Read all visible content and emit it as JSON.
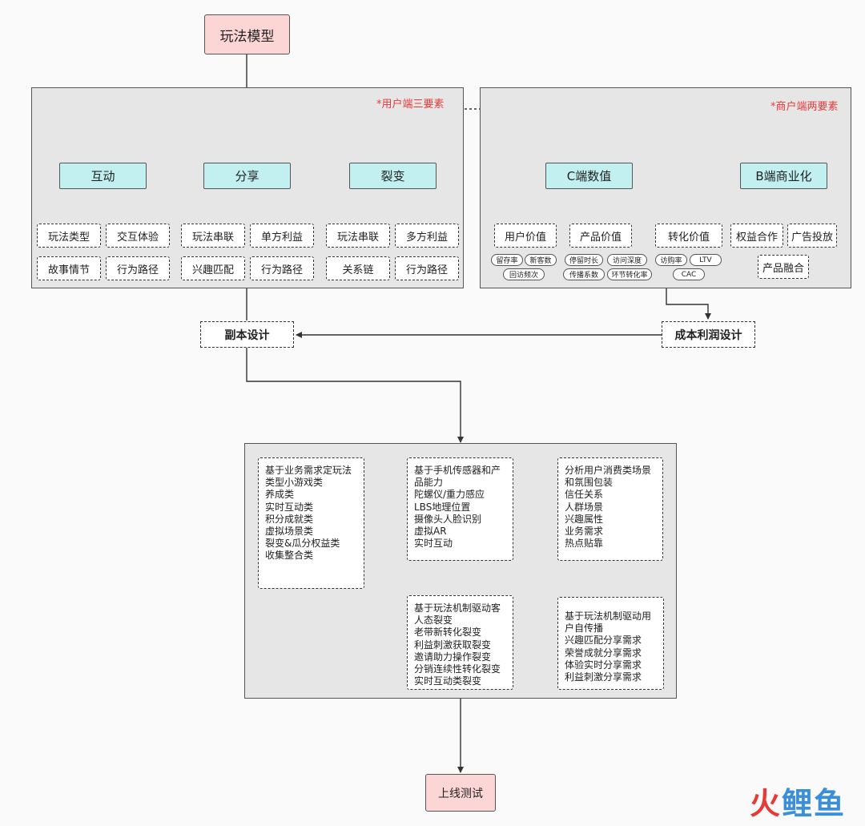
{
  "root": "玩法模型",
  "user_panel": {
    "note": "*用户端三要素",
    "categories": [
      {
        "label": "互动",
        "items": [
          "玩法类型",
          "交互体验",
          "故事情节",
          "行为路径"
        ]
      },
      {
        "label": "分享",
        "items": [
          "玩法串联",
          "单方利益",
          "兴趣匹配",
          "行为路径"
        ]
      },
      {
        "label": "裂变",
        "items": [
          "玩法串联",
          "多方利益",
          "关系链",
          "行为路径"
        ]
      }
    ]
  },
  "merchant_panel": {
    "note": "*商户端两要素",
    "c_side": {
      "label": "C端数值",
      "groups": [
        {
          "label": "用户价值",
          "metrics": [
            "留存率",
            "新客数",
            "回访频次"
          ]
        },
        {
          "label": "产品价值",
          "metrics": [
            "停留时长",
            "访问深度",
            "传播系数",
            "环节转化率"
          ]
        },
        {
          "label": "转化价值",
          "metrics": [
            "访购率",
            "LTV",
            "CAC"
          ]
        }
      ]
    },
    "b_side": {
      "label": "B端商业化",
      "items": [
        "权益合作",
        "广告投放",
        "产品融合"
      ]
    }
  },
  "designs": {
    "copy": "副本设计",
    "cost": "成本利润设计"
  },
  "process_cards": [
    {
      "lines": [
        "基于业务需求定玩法",
        "类型小游戏类",
        "养成类",
        "实时互动类",
        "积分成就类",
        "虚拟场景类",
        "裂变&瓜分权益类",
        "收集整合类"
      ]
    },
    {
      "lines": [
        "基于手机传感器和产",
        "品能力",
        "陀螺仪/重力感应",
        "LBS地理位置",
        "摄像头人脸识别",
        "虚拟AR",
        "实时互动"
      ]
    },
    {
      "lines": [
        "分析用户消费类场景",
        "和氛围包装",
        "信任关系",
        "人群场景",
        "兴趣属性",
        "业务需求",
        "热点贴靠"
      ]
    },
    {
      "lines": [
        "基于玩法机制驱动用",
        "户自传播",
        "兴趣匹配分享需求",
        "荣誉成就分享需求",
        "体验实时分享需求",
        "利益刺激分享需求"
      ]
    },
    {
      "lines": [
        "基于玩法机制驱动客",
        "人态裂变",
        "老带新转化裂变",
        "利益刺激获取裂变",
        "邀请助力操作裂变",
        "分销连续性转化裂变",
        "实时互动类裂变"
      ]
    }
  ],
  "final": "上线测试",
  "logo": [
    "火",
    "鲤鱼"
  ],
  "colors": {
    "root_fill": "#fcd5d5",
    "category_fill": "#c2f0f0",
    "panel_fill": "#e6e6e6",
    "note": "#e53a3a",
    "arrow_block": "#f5b041"
  }
}
